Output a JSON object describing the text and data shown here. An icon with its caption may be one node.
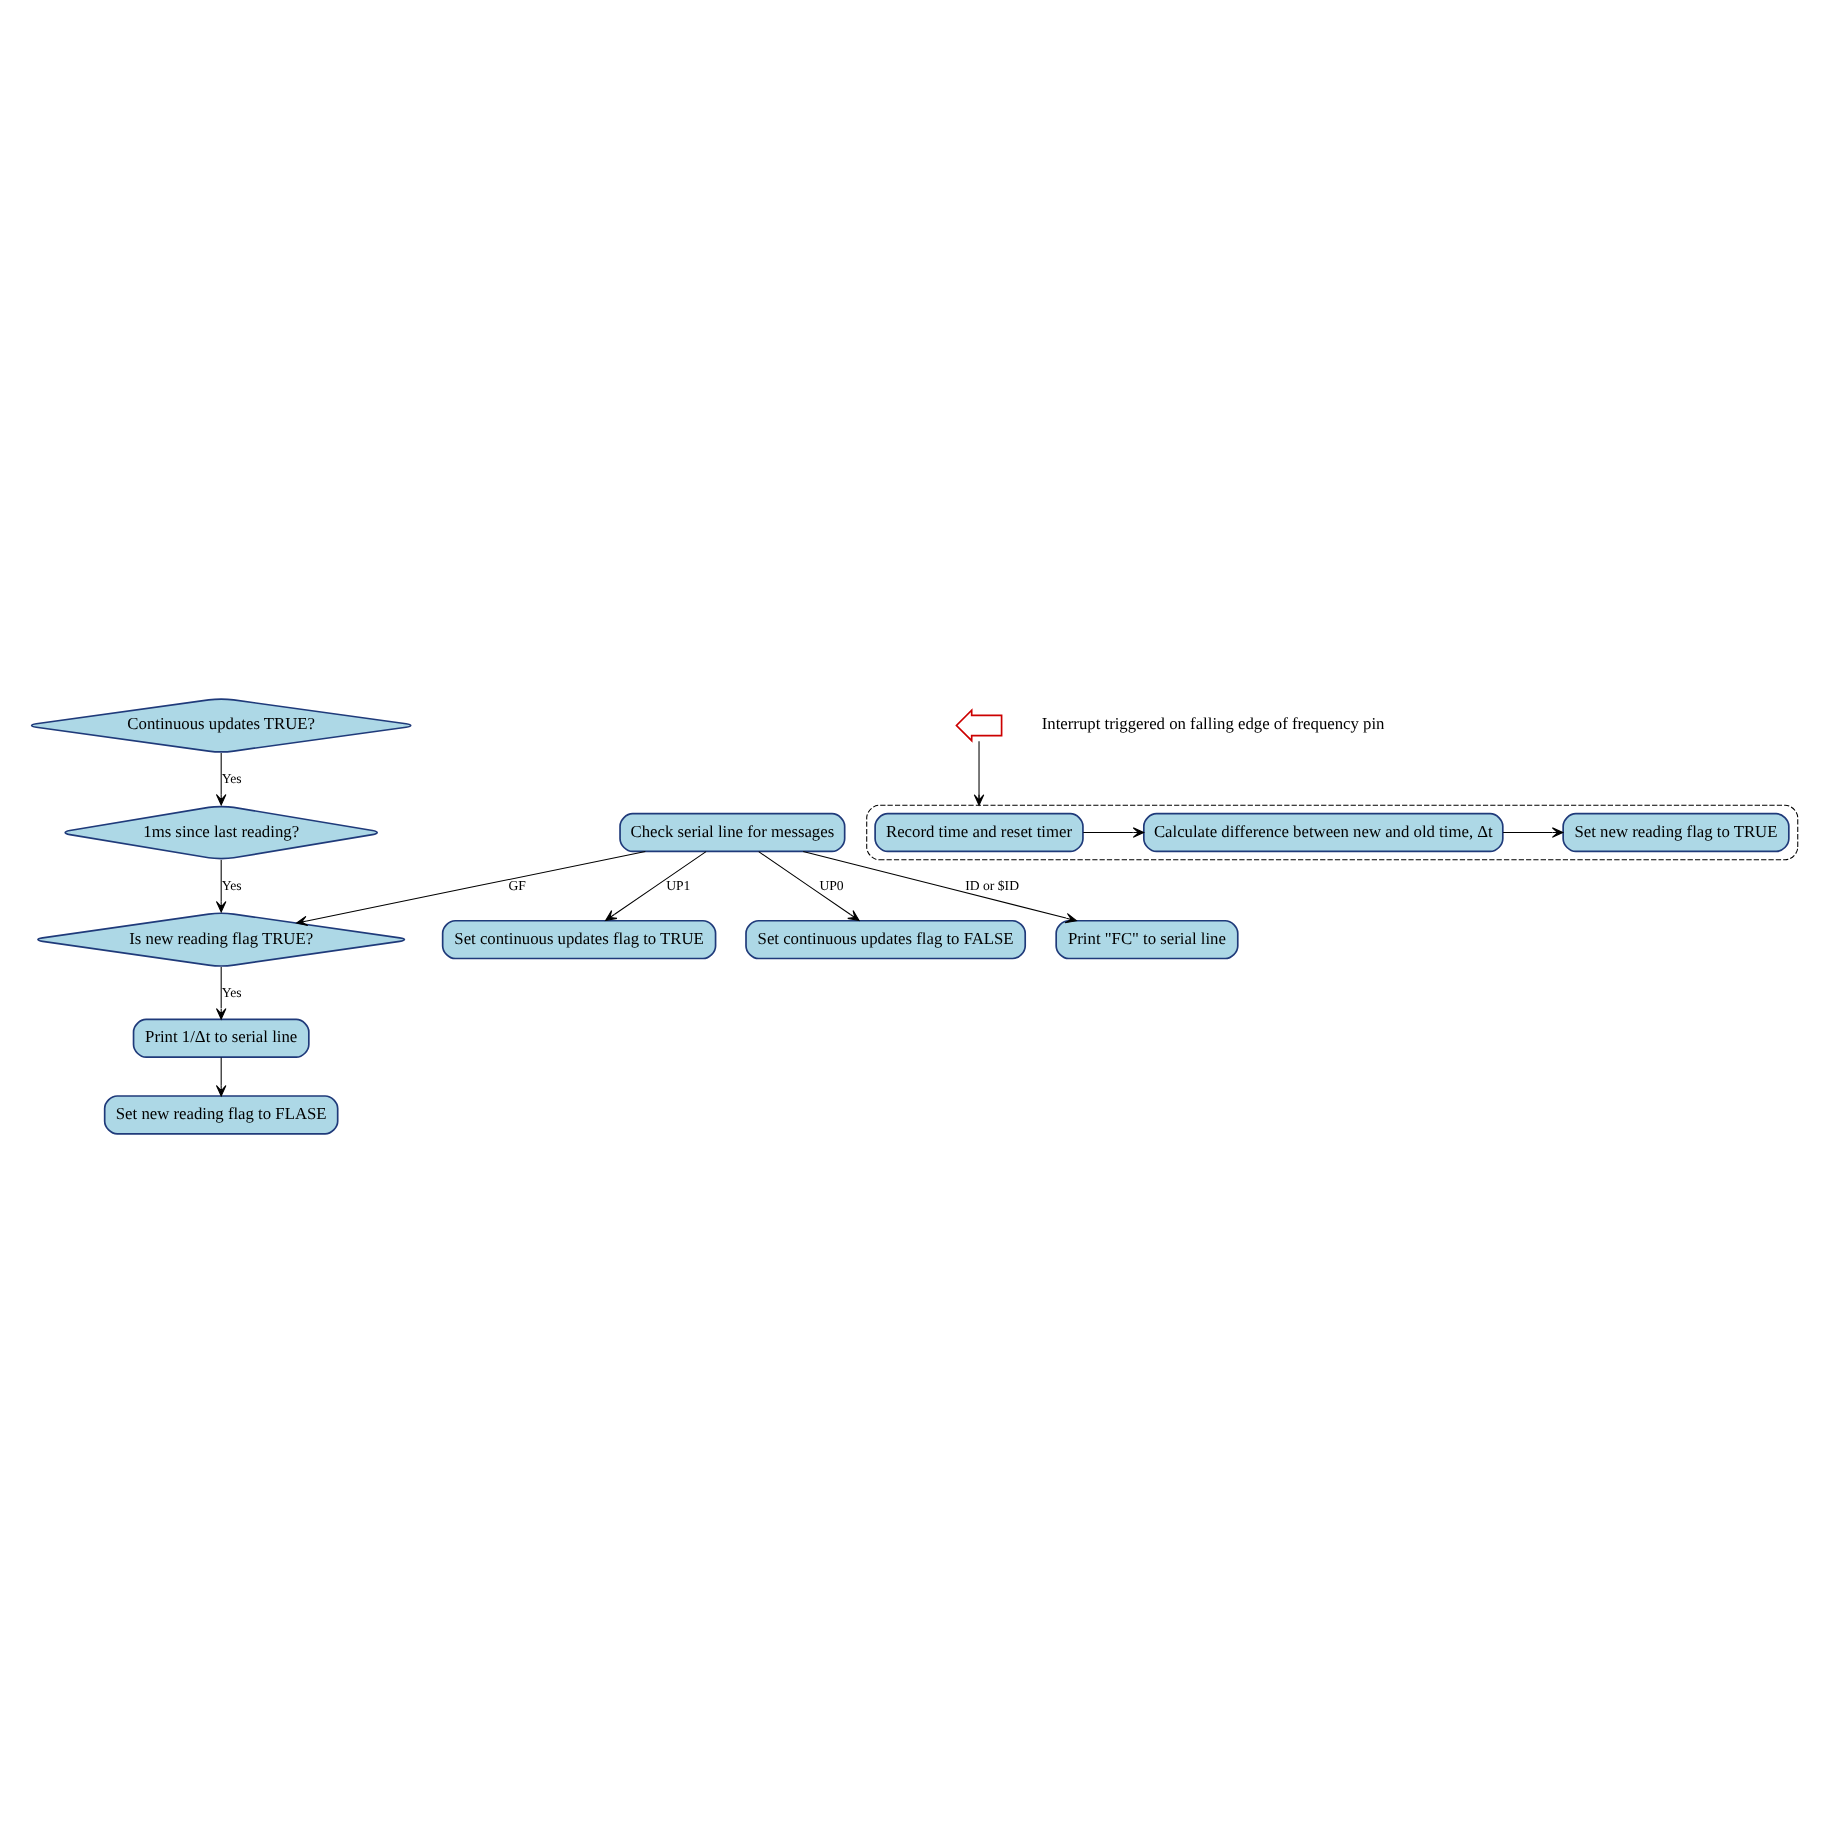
{
  "diagram": {
    "nodes": [
      {
        "text": [
          "Continuous updates TRUE?"
        ]
      },
      {
        "text": [
          "1ms since last reading?"
        ]
      },
      {
        "text": [
          "Is new reading flag TRUE?"
        ]
      },
      {
        "text": [
          "Print 1/Δt to serial line"
        ]
      },
      {
        "text": [
          "Set new reading flag to FLASE"
        ]
      },
      {
        "text": [
          "Check serial line for messages"
        ]
      },
      {
        "text": [
          "Set continuous updates flag to TRUE"
        ]
      },
      {
        "text": [
          "Set continuous updates flag to FALSE"
        ]
      },
      {
        "text": [
          "Print \"FC\" to serial line"
        ]
      },
      {
        "text": [],
        "shape": "picture"
      },
      {
        "text": [],
        "shape": "box"
      },
      {
        "text": [
          "Record time and reset timer"
        ],
        "in": 10
      },
      {
        "text": [
          "Calculate difference between new and old time, Δt"
        ],
        "in": 10
      },
      {
        "text": [
          "Set new reading flag to TRUE"
        ],
        "in": 10
      }
    ],
    "edges": [
      {
        "from": 0,
        "to": 1,
        "arrow": "to",
        "label": "Yes"
      },
      {
        "from": 1,
        "to": 2,
        "arrow": "to",
        "label": "Yes"
      },
      {
        "from": 2,
        "to": 3,
        "arrow": "to",
        "label": "Yes"
      },
      {
        "from": 3,
        "to": 4,
        "arrow": "to"
      },
      {
        "from": 5,
        "to": 2,
        "arrow": "to",
        "label": "GF"
      },
      {
        "from": 5,
        "to": 6,
        "arrow": "to",
        "label": "UP1"
      },
      {
        "from": 5,
        "to": 7,
        "arrow": "to",
        "label": "UP0"
      },
      {
        "from": 5,
        "to": 8,
        "arrow": "to",
        "label": "ID or $ID"
      },
      {
        "from": 9,
        "to": 10,
        "arrow": "to"
      },
      {
        "from": 11,
        "to": 12,
        "arrow": "to"
      },
      {
        "from": 12,
        "to": 13,
        "arrow": "to"
      }
    ],
    "labels": [
      "Interrupt triggered on falling edge of frequency pin"
    ]
  }
}
